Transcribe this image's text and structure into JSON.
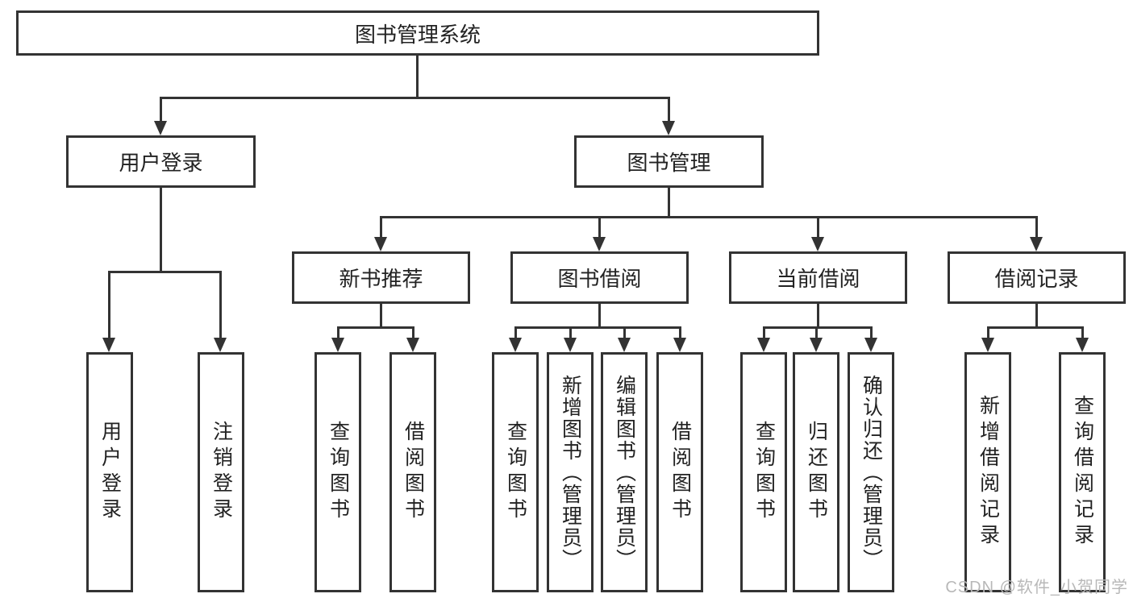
{
  "diagram": {
    "root": {
      "label": "图书管理系统"
    },
    "branches": {
      "user_login": {
        "label": "用户登录",
        "children": [
          "用户登录",
          "注销登录"
        ]
      },
      "book_mgmt": {
        "label": "图书管理",
        "groups": {
          "new_books": {
            "label": "新书推荐",
            "children": [
              "查询图书",
              "借阅图书"
            ]
          },
          "book_borrow": {
            "label": "图书借阅",
            "children": [
              "查询图书",
              "新增图书（管理员）",
              "编辑图书（管理员）",
              "借阅图书"
            ]
          },
          "current_borrow": {
            "label": "当前借阅",
            "children": [
              "查询图书",
              "归还图书",
              "确认归还（管理员）"
            ]
          },
          "borrow_records": {
            "label": "借阅记录",
            "children": [
              "新增借阅记录",
              "查询借阅记录"
            ]
          }
        }
      }
    }
  },
  "watermark": {
    "text": "CSDN @软件_小贺同学"
  },
  "colors": {
    "line": "#333333",
    "text": "#222222",
    "watermark": "#b8b8b8",
    "background": "#ffffff"
  }
}
